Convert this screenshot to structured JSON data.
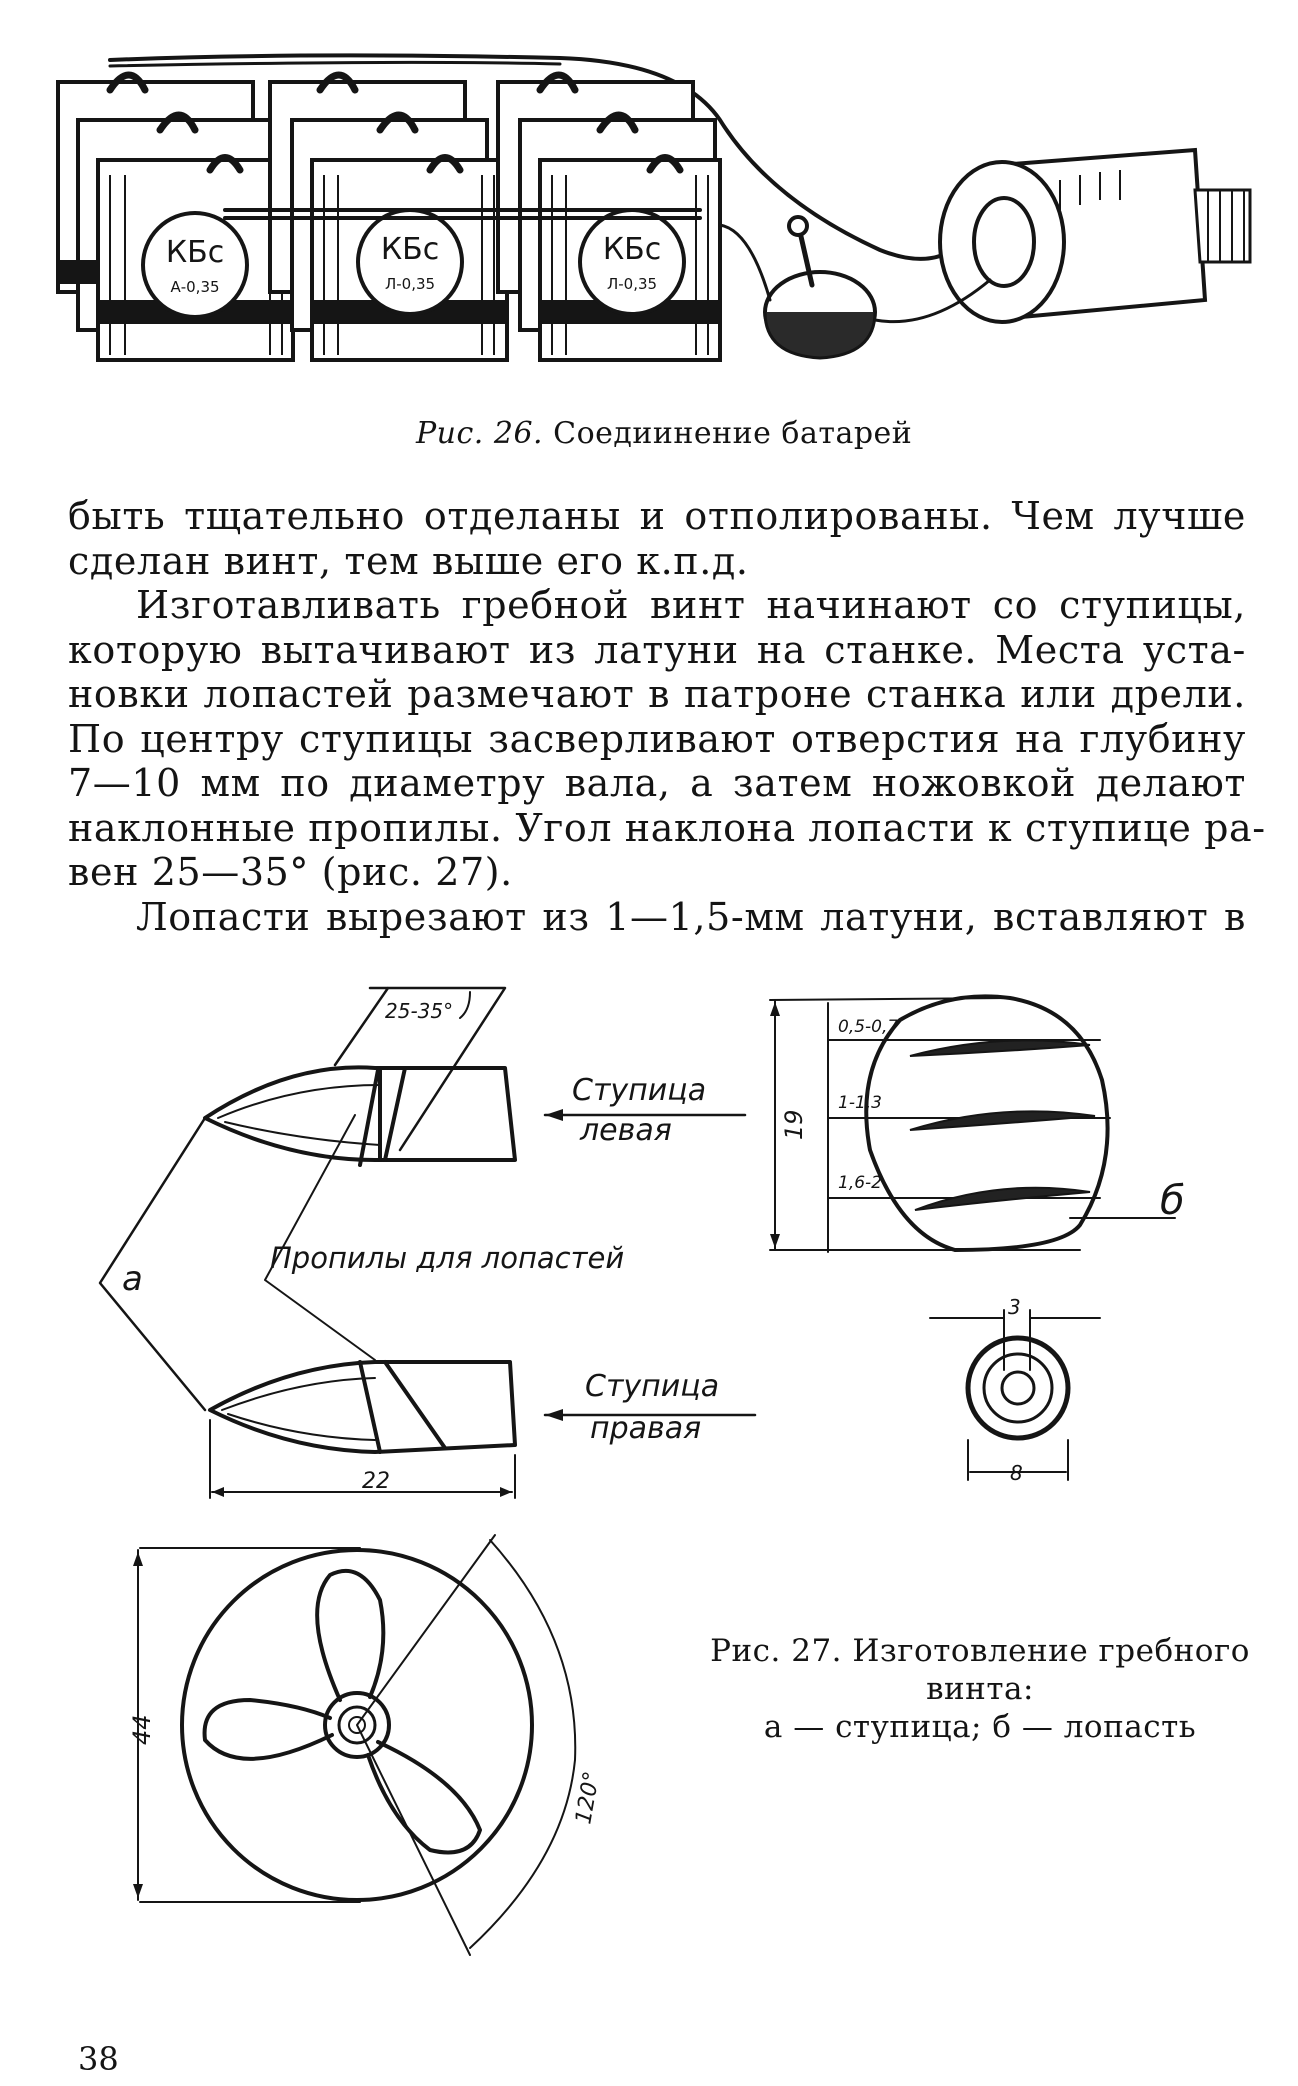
{
  "fig26": {
    "battery_label": "КБс",
    "battery_sub_1": "А-0,35",
    "battery_sub_2": "Л-0,35",
    "battery_sub_3": "Л-0,35",
    "caption_num": "Рис. 26.",
    "caption_text": "Соедиинение батарей"
  },
  "body": {
    "lines": [
      "быть тщательно отделаны и отполированы. Чем лучше",
      "сделан винт, тем выше его к.п.д.",
      "Изготавливать гребной винт начинают со ступицы,",
      "которую вытачивают из латуни на станке. Места уста-",
      "новки лопастей размечают в патроне станка или дрели.",
      "По центру ступицы засверливают отверстия на глубину",
      "7—10 мм по диаметру вала, а затем ножовкой делают",
      "наклонные пропилы. Угол наклона лопасти к ступице ра-",
      "вен 25—35° (рис. 27).",
      "Лопасти вырезают из 1—1,5-мм латуни, вставляют в"
    ]
  },
  "fig27": {
    "angle_label": "25-35°",
    "hub_left_1": "Ступица",
    "hub_left_2": "левая",
    "hub_right_1": "Ступица",
    "hub_right_2": "правая",
    "cuts_label": "Пропилы для лопастей",
    "label_a": "а",
    "label_b": "б",
    "dim_22": "22",
    "dim_19": "19",
    "dim_t1": "0,5-0,7",
    "dim_t2": "1-1,3",
    "dim_t3": "1,6-2",
    "dim_3": "3",
    "dim_8": "8",
    "dim_44": "44",
    "dim_120": "120°",
    "caption_line1": "Рис. 27. Изготовление гребного",
    "caption_line2": "винта:",
    "caption_line3": "а — ступица; б — лопасть"
  },
  "page_number": "38"
}
